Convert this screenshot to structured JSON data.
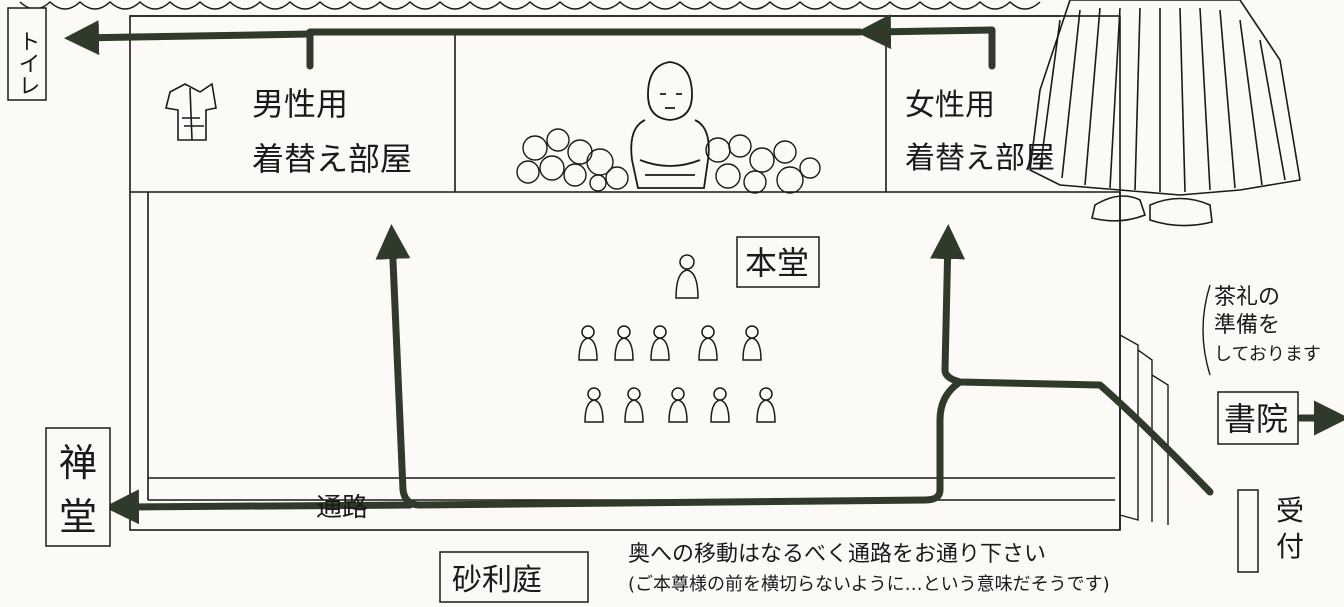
{
  "labels": {
    "toilet": "トイレ",
    "mens_room_1": "男性用",
    "mens_room_2": "着替え部屋",
    "womens_room_1": "女性用",
    "womens_room_2": "着替え部屋",
    "hondo": "本堂",
    "zendo_1": "禅",
    "zendo_2": "堂",
    "passage": "通路",
    "garden": "砂利庭",
    "shoin": "書院",
    "tea_1": "茶礼の",
    "tea_2": "準備を",
    "tea_3": "しております",
    "reception_1": "受",
    "reception_2": "付",
    "note_1": "奥への移動はなるべく通路をお通り下さい",
    "note_2": "(ご本尊様の前を横切らないように…という意味だそうです)"
  },
  "colors": {
    "path": "#2f3a2a",
    "ink": "#1a1a1a",
    "paper": "#fbfaf6"
  },
  "icons": [
    "kimono-icon",
    "buddha-statue-icon",
    "flower-offering-icon",
    "seated-person-icon",
    "hakama-figure-icon"
  ]
}
